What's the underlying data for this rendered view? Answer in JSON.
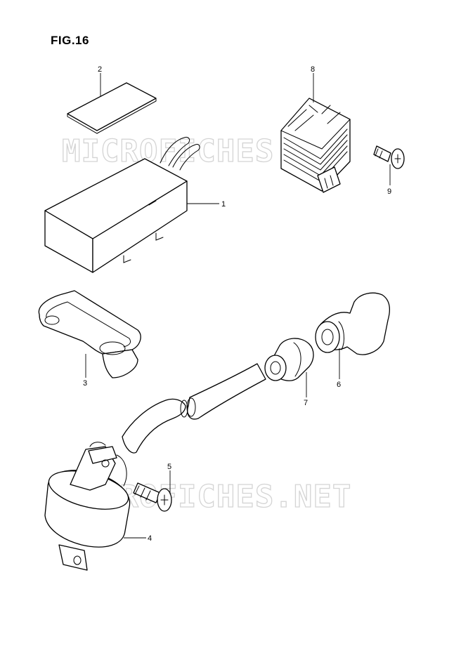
{
  "figure": {
    "title": "FIG.16"
  },
  "watermark": {
    "text": "MICROFICHES.NET"
  },
  "callouts": [
    {
      "number": "1"
    },
    {
      "number": "2"
    },
    {
      "number": "3"
    },
    {
      "number": "4"
    },
    {
      "number": "5"
    },
    {
      "number": "6"
    },
    {
      "number": "7"
    },
    {
      "number": "8"
    },
    {
      "number": "9"
    }
  ]
}
